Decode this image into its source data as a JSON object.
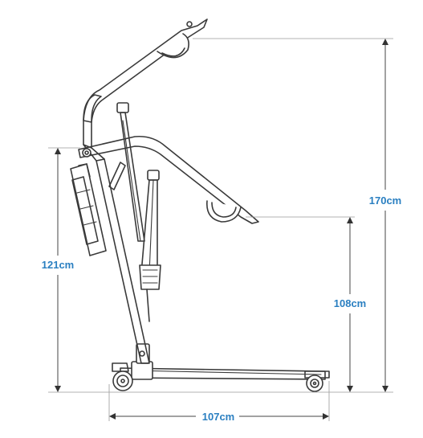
{
  "dimensions": {
    "total_height": "170cm",
    "boom_height": "108cm",
    "mast_height": "121cm",
    "base_length": "107cm"
  },
  "colors": {
    "label": "#2a7fc1",
    "frame": "#3a3a3a"
  }
}
